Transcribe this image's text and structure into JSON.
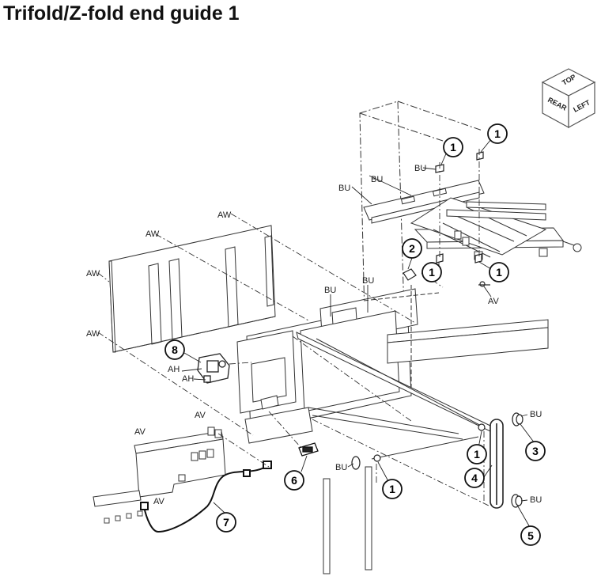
{
  "title": "Trifold/Z-fold end guide 1",
  "orientation_cube": {
    "top": "TOP",
    "rear": "REAR",
    "left": "LEFT"
  },
  "callouts": [
    "1",
    "2",
    "3",
    "4",
    "5",
    "6",
    "7",
    "8"
  ],
  "labels": {
    "aw": "AW",
    "bu": "BU",
    "av": "AV",
    "ah": "AH"
  },
  "colors": {
    "line": "#333333",
    "callout_stroke": "#111111",
    "callout_fill": "#ffffff"
  }
}
